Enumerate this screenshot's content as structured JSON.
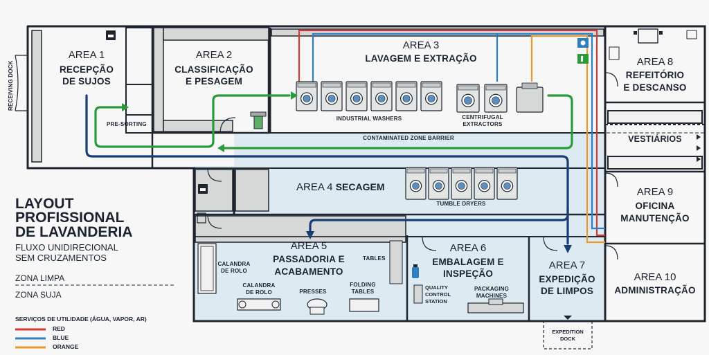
{
  "title": {
    "line1": "LAYOUT",
    "line2": "PROFISSIONAL",
    "line3": "DE LAVANDERIA"
  },
  "subtitle": {
    "line1": "FLUXO UNIDIRECIONAL",
    "line2": "SEM CRUZAMENTOS"
  },
  "zones": {
    "clean": "ZONA LIMPA",
    "dirty": "ZONA SUJA"
  },
  "utilities": {
    "heading": "SERVIÇOS DE UTILIDADE (ÁGUA, VAPOR, AR)",
    "items": [
      {
        "label": "RED",
        "color": "#d23a33"
      },
      {
        "label": "BLUE",
        "color": "#2d7fc4"
      },
      {
        "label": "ORANGE",
        "color": "#e99a2c"
      }
    ]
  },
  "colors": {
    "wall": "#1f2530",
    "flow_dirty": "#2a9a3d",
    "flow_clean": "#173d73",
    "clean_zone": "#deeaf2",
    "room_fill": "#f7f8f7",
    "gray_block": "#d6d8d8"
  },
  "areas": {
    "a1": {
      "num": "AREA 1",
      "name1": "RECEPÇÃO",
      "name2": "DE SUJOS"
    },
    "a2": {
      "num": "AREA 2",
      "name1": "CLASSIFICAÇÃO",
      "name2": "E PESAGEM"
    },
    "a3": {
      "num": "AREA 3",
      "name1": "LAVAGEM E EXTRAÇÃO"
    },
    "a4": {
      "num": "AREA 4",
      "name1": "SECAGEM"
    },
    "a5": {
      "num": "AREA 5",
      "name1": "PASSADORIA E",
      "name2": "ACABAMENTO"
    },
    "a6": {
      "num": "AREA 6",
      "name1": "EMBALAGEM E",
      "name2": "INSPEÇÃO"
    },
    "a7": {
      "num": "AREA 7",
      "name1": "EXPEDIÇÃO",
      "name2": "DE LIMPOS"
    },
    "a8": {
      "num": "AREA 8",
      "name1": "REFEITÓRIO",
      "name2": "E DESCANSO"
    },
    "a9": {
      "num": "AREA 9",
      "name1": "OFICINA",
      "name2": "MANUTENÇÃO"
    },
    "a10": {
      "num": "AREA 10",
      "name1": "ADMINISTRAÇÃO"
    },
    "vestiarios": "VESTIÁRIOS"
  },
  "labels": {
    "receiving_dock": "RECEIVING DOCK",
    "pre_sorting": "PRE-SORTING",
    "industrial_washers": "INDUSTRIAL WASHERS",
    "centrifugal": "CENTRIFUGAL",
    "extractors": "EXTRACTORS",
    "contaminated_barrier": "CONTAMINATED ZONE BARRIER",
    "tumble_dryers": "TUMBLE DRYERS",
    "calandra_rolo_a": "CALANDRA",
    "calandra_rolo_a2": "DE ROLO",
    "calandra_rolo_b": "CALANDRA",
    "calandra_rolo_b2": "DE ROLO",
    "presses": "PRESSES",
    "folding": "FOLDING",
    "tables_word": "TABLES",
    "tables": "TABLES",
    "quality": "QUALITY",
    "control": "CONTROL",
    "station": "STATION",
    "packaging": "PACKAGING",
    "machines": "MACHINES",
    "expedition": "EXPEDITION",
    "dock": "DOCK"
  }
}
